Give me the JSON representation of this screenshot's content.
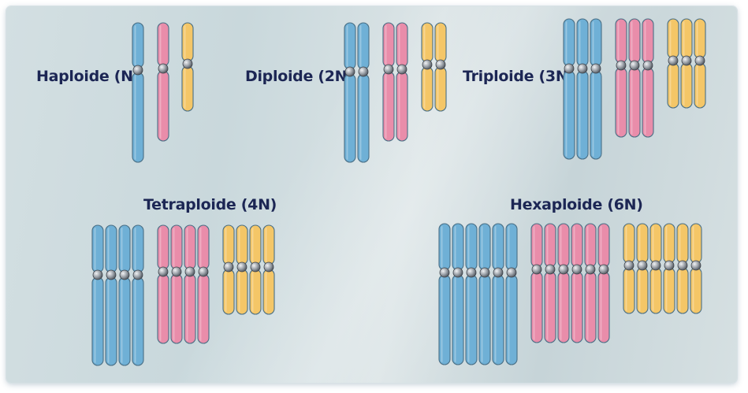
{
  "groups": [
    {
      "label": "Haploide (N)",
      "copies": 1
    },
    {
      "label": "Diploide (2N)",
      "copies": 2
    },
    {
      "label": "Triploide (3N)",
      "copies": 3
    },
    {
      "label": "Tetraploide (4N)",
      "copies": 4
    },
    {
      "label": "Hexaploide (6N)",
      "copies": 6
    }
  ],
  "colors": {
    "blue": "#6fb0d6",
    "pink": "#e98daa",
    "yellow": "#f4c667",
    "outline": "#4a6f85",
    "centromere": "#8a8f96",
    "label": "#1c2654"
  }
}
